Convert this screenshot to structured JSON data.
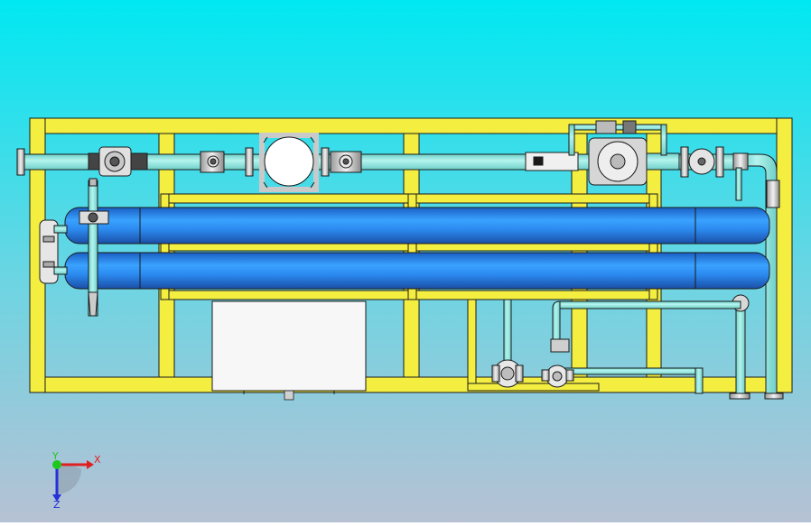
{
  "scene": {
    "background_top": "#00e8f2",
    "background_bottom": "#b6c1d4",
    "frame_color": "#f4ee41",
    "membrane_color": "#2c8bf0",
    "pipe_color": "#93e8e2",
    "outline_color": "#1a1a1a",
    "skid_box_color": "#f7f7f7"
  },
  "axis_triad": {
    "x_label": "X",
    "y_label": "Y",
    "z_label": "Z",
    "x_color": "#e02020",
    "y_color": "#1ec81e",
    "z_color": "#2530d8"
  }
}
